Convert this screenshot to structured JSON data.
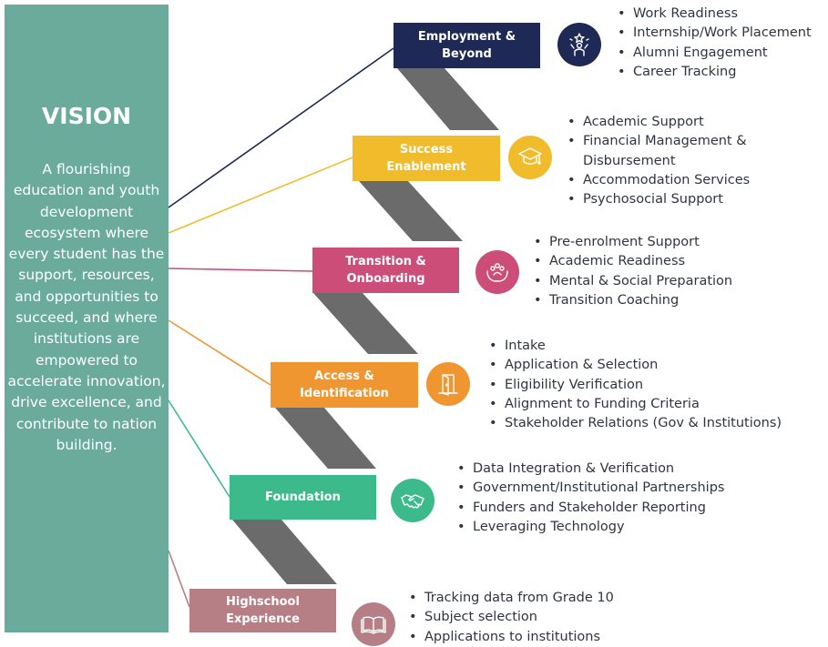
{
  "vision": {
    "title": "VISION",
    "statement": "A flourishing education and youth development ecosystem where every student has the support, resources, and opportunities to succeed, and where institutions are empowered to accelerate innovation, drive excellence, and contribute to nation building."
  },
  "stages": [
    {
      "label": "Employment &\nBeyond",
      "color": "#1e2a55",
      "icon": "achievement-star-person-icon",
      "bullets": [
        "Work Readiness",
        "Internship/Work Placement",
        "Alumni Engagement",
        "Career Tracking"
      ]
    },
    {
      "label": "Success\nEnablement",
      "color": "#f0bc2c",
      "icon": "graduation-cap-icon",
      "bullets": [
        "Academic Support",
        "Financial Management &\nDisbursement",
        "Accommodation Services",
        "Psychosocial Support"
      ]
    },
    {
      "label": "Transition &\nOnboarding",
      "color": "#cb4d78",
      "icon": "people-in-hands-icon",
      "bullets": [
        "Pre-enrolment Support",
        "Academic Readiness",
        "Mental & Social Preparation",
        "Transition Coaching"
      ]
    },
    {
      "label": "Access &\nIdentification",
      "color": "#ef9630",
      "icon": "door-icon",
      "bullets": [
        "Intake",
        "Application & Selection",
        "Eligibility Verification",
        "Alignment to Funding Criteria",
        "Stakeholder Relations (Gov & Institutions)"
      ]
    },
    {
      "label": "Foundation",
      "color": "#3dba8b",
      "icon": "handshake-icon",
      "bullets": [
        "Data Integration & Verification",
        "Government/Institutional Partnerships",
        "Funders and Stakeholder Reporting",
        "Leveraging Technology"
      ]
    },
    {
      "label": "Highschool\nExperience",
      "color": "#b67f86",
      "icon": "open-book-icon",
      "bullets": [
        "Tracking data from Grade 10",
        "Subject selection",
        "Applications to institutions"
      ]
    }
  ]
}
